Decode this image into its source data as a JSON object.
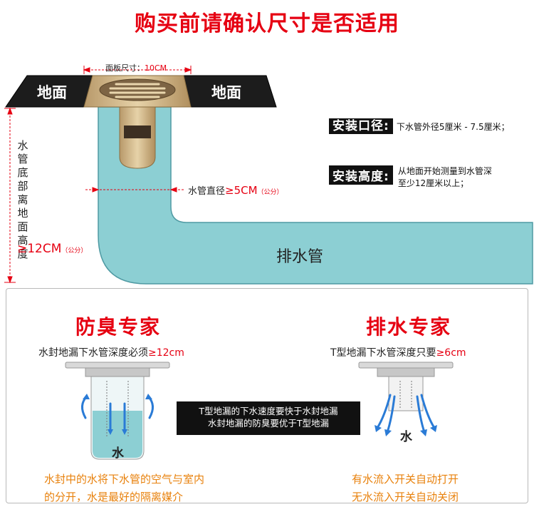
{
  "title": "购买前请确认尺寸是否适用",
  "top_diagram": {
    "floor_left": "地面",
    "floor_right": "地面",
    "panel_label": "面板尺寸：",
    "panel_size": "10CM",
    "vertical_label": "水管底部离地面高度",
    "height_value": "≥12CM",
    "height_unit": "（公分）",
    "diameter_label": "水管直径",
    "diameter_value": "≥5CM",
    "diameter_unit": "（公分）",
    "pipe_label": "排水管",
    "specs": [
      {
        "key": "安装口径:",
        "value_lines": [
          "下水管外径5厘米 - 7.5厘米；"
        ]
      },
      {
        "key": "安装高度:",
        "value_lines": [
          "从地面开始测量到水管深",
          "至少12厘米以上；"
        ]
      }
    ],
    "colors": {
      "pipe": "#8ccfd3",
      "floor": "#1c1c1c",
      "brass": "#d3b98c",
      "accent": "#e60012"
    }
  },
  "comparison": {
    "left": {
      "title": "防臭专家",
      "subtitle_prefix": "水封地漏下水管深度必须",
      "subtitle_value": "≥12cm",
      "water_label": "水",
      "desc_lines": [
        "水封中的水将下水管的空气与室内",
        "的分开，水是最好的隔离媒介"
      ]
    },
    "right": {
      "title": "排水专家",
      "subtitle_prefix": "T型地漏下水管深度只要",
      "subtitle_value": "≥6cm",
      "water_label": "水",
      "desc_lines": [
        "有水流入开关自动打开",
        "无水流入开关自动关闭"
      ]
    },
    "note_lines": [
      "T型地漏的下水速度要快于水封地漏",
      "水封地漏的防臭要优于T型地漏"
    ]
  }
}
